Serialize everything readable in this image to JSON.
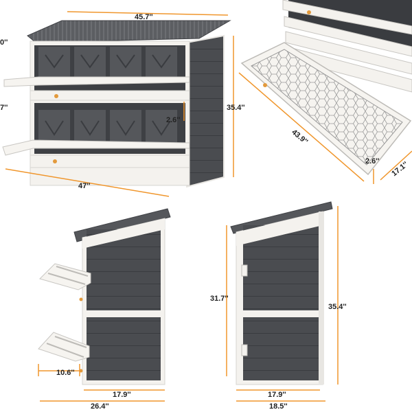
{
  "colors": {
    "accent": "#f0962c",
    "panel": "#4a4c50",
    "panel_dark": "#3a3c40",
    "trim": "#f4f2ee",
    "roof": "#5a5c60",
    "mesh": "#cfcfcf"
  },
  "dimensions": {
    "front_top_width": "45.7''",
    "front_left_cut_top": "0''",
    "front_left_cut_mid": "7''",
    "front_height": "35.4''",
    "front_ledge": "2.6''",
    "front_bottom_width": "47''",
    "tray_length": "43.9''",
    "tray_ledge": "2.6''",
    "tray_depth": "17.1''",
    "side_left_perch_depth": "10.6''",
    "side_left_body_width": "17.9''",
    "side_left_total_width": "26.4''",
    "side_right_inner_height": "31.7''",
    "side_right_height": "35.4''",
    "side_right_body_width": "17.9''",
    "side_right_total_width": "18.5''"
  }
}
